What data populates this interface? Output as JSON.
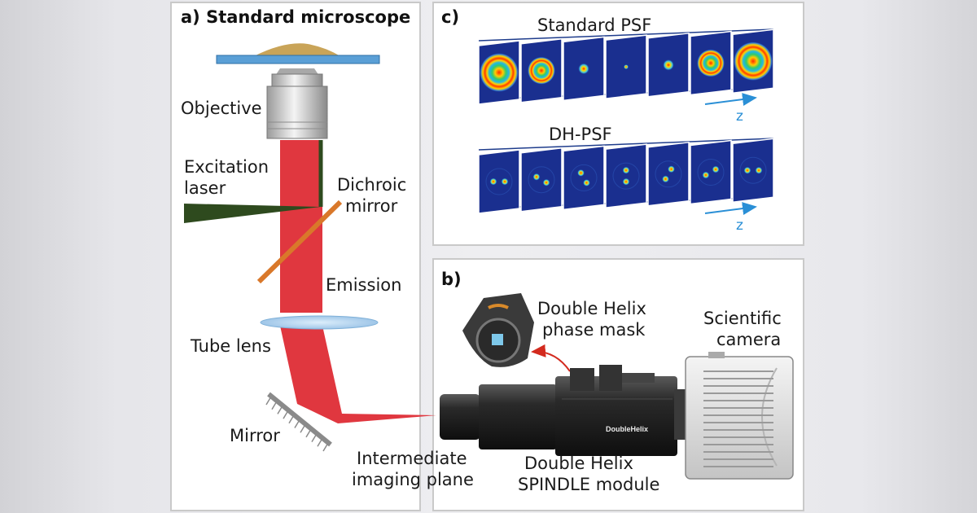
{
  "panel_a": {
    "title": "a) Standard microscope",
    "labels": {
      "objective": "Objective",
      "excitation_line1": "Excitation",
      "excitation_line2": "laser",
      "dichroic_line1": "Dichroic",
      "dichroic_line2": "mirror",
      "emission": "Emission",
      "tube_lens": "Tube lens",
      "mirror": "Mirror"
    }
  },
  "panel_b": {
    "title": "b)",
    "labels": {
      "phase_mask_line1": "Double Helix",
      "phase_mask_line2": "phase mask",
      "camera_line1": "Scientific",
      "camera_line2": "camera",
      "intermediate_line1": "Intermediate",
      "intermediate_line2": "imaging plane",
      "spindle_line1": "Double Helix",
      "spindle_line2": "SPINDLE module",
      "brand": "DoubleHelix"
    }
  },
  "panel_c": {
    "title": "c)",
    "standard_psf": {
      "label": "Standard PSF",
      "axis": "z",
      "frames": [
        {
          "pattern": "rings",
          "size": "large"
        },
        {
          "pattern": "rings",
          "size": "medium"
        },
        {
          "pattern": "spot",
          "size": "small"
        },
        {
          "pattern": "spot",
          "size": "tiny"
        },
        {
          "pattern": "spot",
          "size": "small"
        },
        {
          "pattern": "rings",
          "size": "medium"
        },
        {
          "pattern": "rings",
          "size": "large"
        }
      ]
    },
    "dh_psf": {
      "label": "DH-PSF",
      "axis": "z",
      "frames": [
        {
          "pattern": "double-spot",
          "rotation_deg": 0
        },
        {
          "pattern": "double-spot",
          "rotation_deg": 30
        },
        {
          "pattern": "double-spot",
          "rotation_deg": 60
        },
        {
          "pattern": "double-spot",
          "rotation_deg": 90
        },
        {
          "pattern": "double-spot",
          "rotation_deg": 120
        },
        {
          "pattern": "double-spot",
          "rotation_deg": 150
        },
        {
          "pattern": "double-spot",
          "rotation_deg": 180
        }
      ]
    }
  },
  "colors": {
    "emission_beam": "#e0373f",
    "excitation_beam": "#2e4a1e",
    "dichroic": "#d9782a",
    "sample": "#c9a458",
    "slide": "#5a9fd6",
    "z_arrow": "#2a8fd6",
    "frame_blue": "#1e3c8c",
    "red_arrow": "#d32a1e"
  },
  "icons": {
    "objective": "objective-lens-icon",
    "mirror": "mirror-icon",
    "camera": "camera-icon",
    "phase_mask": "phase-mask-icon",
    "module": "spindle-module-icon"
  }
}
